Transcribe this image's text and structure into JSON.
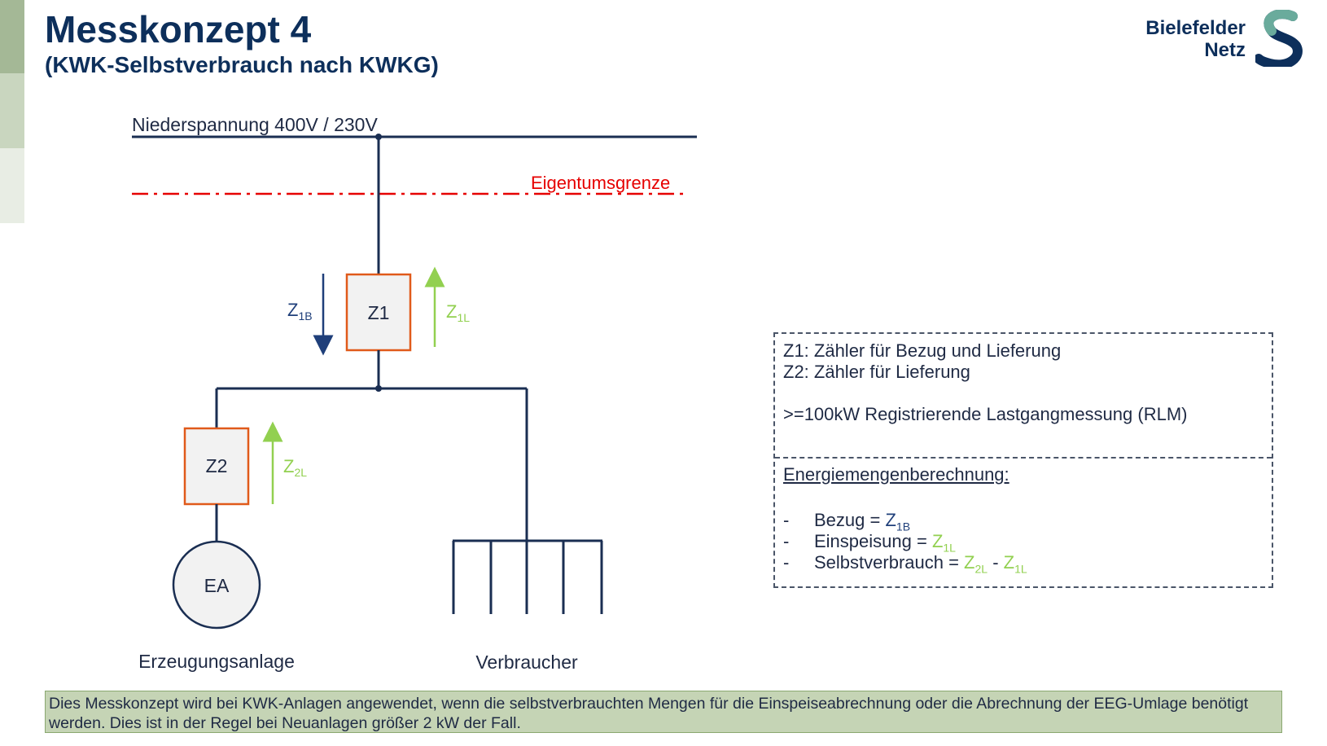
{
  "header": {
    "title": "Messkonzept 4",
    "subtitle": "(KWK-Selbstverbrauch nach KWKG)"
  },
  "logo": {
    "line1": "Bielefelder",
    "line2": "Netz"
  },
  "diagram": {
    "busbar_label": "Niederspannung 400V / 230V",
    "boundary_label": "Eigentumsgrenze",
    "meter1": "Z1",
    "meter2": "Z2",
    "z1b": {
      "main": "Z",
      "sub": "1B"
    },
    "z1l": {
      "main": "Z",
      "sub": "1L"
    },
    "z2l": {
      "main": "Z",
      "sub": "2L"
    },
    "generator": "EA",
    "generator_label": "Erzeugungsanlage",
    "consumer_label": "Verbraucher"
  },
  "info": {
    "line1": "Z1: Zähler für Bezug und Lieferung",
    "line2": "Z2: Zähler für Lieferung",
    "line3": ">=100kW Registrierende Lastgangmessung (RLM)",
    "heading": "Energiemengenberechnung:",
    "dash": "-",
    "bezug_label": "Bezug = ",
    "einspeisung_label": "Einspeisung = ",
    "selbst_label": "Selbstverbrauch = ",
    "minus": " - ",
    "z": "Z",
    "sub_1b": "1B",
    "sub_1l": "1L",
    "sub_2l": "2L"
  },
  "note": {
    "text": " Dies Messkonzept wird bei KWK-Anlagen angewendet, wenn die selbstverbrauchten Mengen für die Einspeiseabrechnung oder die Abrechnung der EEG-Umlage benötigt werden. Dies ist in der Regel bei Neuanlagen größer 2 kW der Fall."
  },
  "colors": {
    "navy": "#0d2f5b",
    "line": "#1a2e52",
    "boundary": "#e60000",
    "meter_border": "#e05a1a",
    "meter_fill": "#f2f2f2",
    "export_arrow": "#92d050",
    "import_arrow": "#1f3f7a",
    "sidebar_1": "#a4b896",
    "sidebar_2": "#c9d6bf",
    "sidebar_3": "#e8ede4",
    "note_fill": "#c5d4b5"
  }
}
